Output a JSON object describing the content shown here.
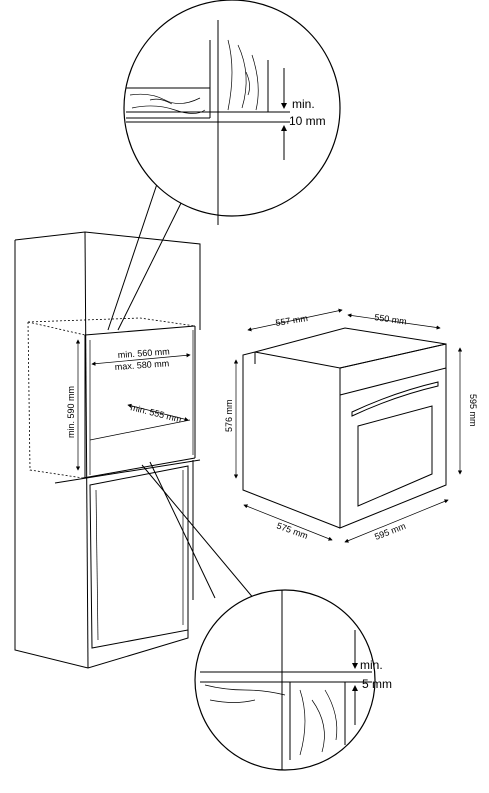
{
  "labels": {
    "top_detail_min": "min.",
    "top_detail_value": "10 mm",
    "bottom_detail_min": "min.",
    "bottom_detail_value": "5  mm",
    "niche_width_min": "min. 560 mm",
    "niche_width_max": "max. 580 mm",
    "niche_height": "min. 590 mm",
    "niche_depth": "min. 555 mm",
    "oven_top_depth": "557 mm",
    "oven_top_width": "550 mm",
    "oven_side_height": "576 mm",
    "oven_front_height": "595 mm",
    "oven_bottom_depth": "575 mm",
    "oven_bottom_width": "595 mm"
  }
}
